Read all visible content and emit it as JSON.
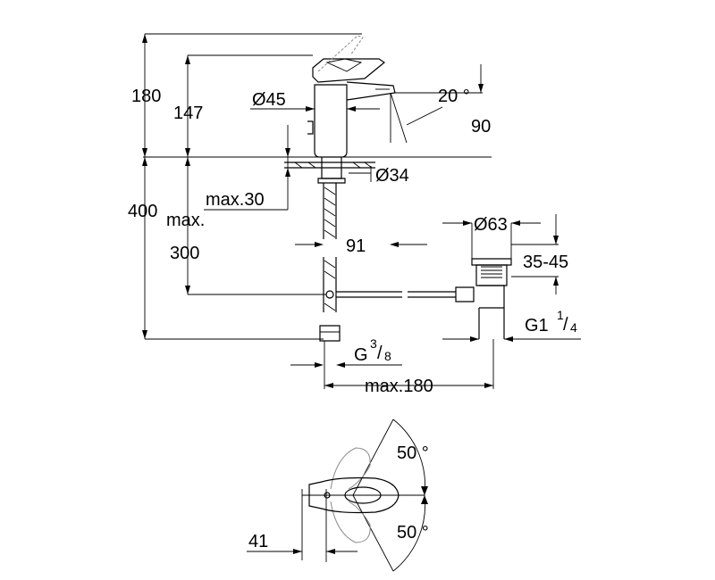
{
  "dimensions": {
    "overall_height": "180",
    "spout_height": "147",
    "spout_diameter": "Ø45",
    "spout_angle": "20 °",
    "spout_projection": "90",
    "hole_diameter": "Ø34",
    "max_deck": "max.30",
    "hose_length": "400",
    "max_label": "max.",
    "drain_pipe_height": "300",
    "waste_offset": "91",
    "waste_diameter": "Ø63",
    "waste_range": "35-45",
    "waste_thread": "G1",
    "waste_thread_num": "1",
    "waste_thread_den": "4",
    "inlet_thread": "G",
    "inlet_thread_num": "3",
    "inlet_thread_den": "8",
    "max_projection": "max.180",
    "lever_angle_top": "50 °",
    "lever_angle_bottom": "50 °",
    "lever_offset": "41"
  }
}
